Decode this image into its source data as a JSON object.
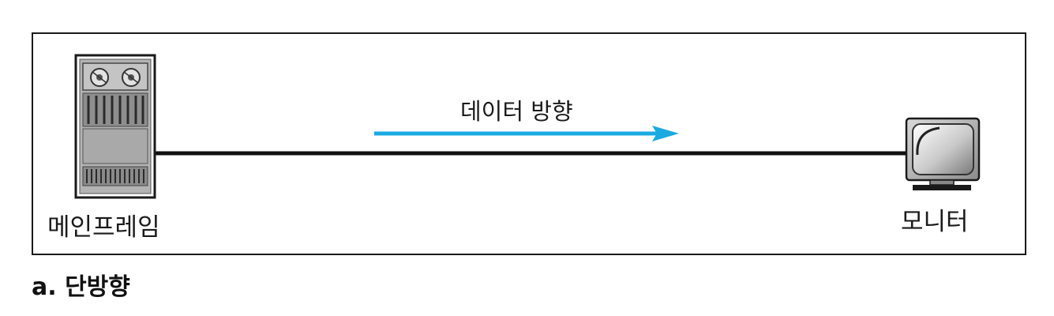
{
  "diagram": {
    "direction_label": "데이터 방향",
    "mainframe_label": "메인프레임",
    "monitor_label": "모니터",
    "caption": "a. 단방향",
    "arrow_color": "#1aaae2",
    "line_color": "#111111",
    "icons": {
      "mainframe": "mainframe-server-icon",
      "monitor": "crt-monitor-icon"
    }
  }
}
